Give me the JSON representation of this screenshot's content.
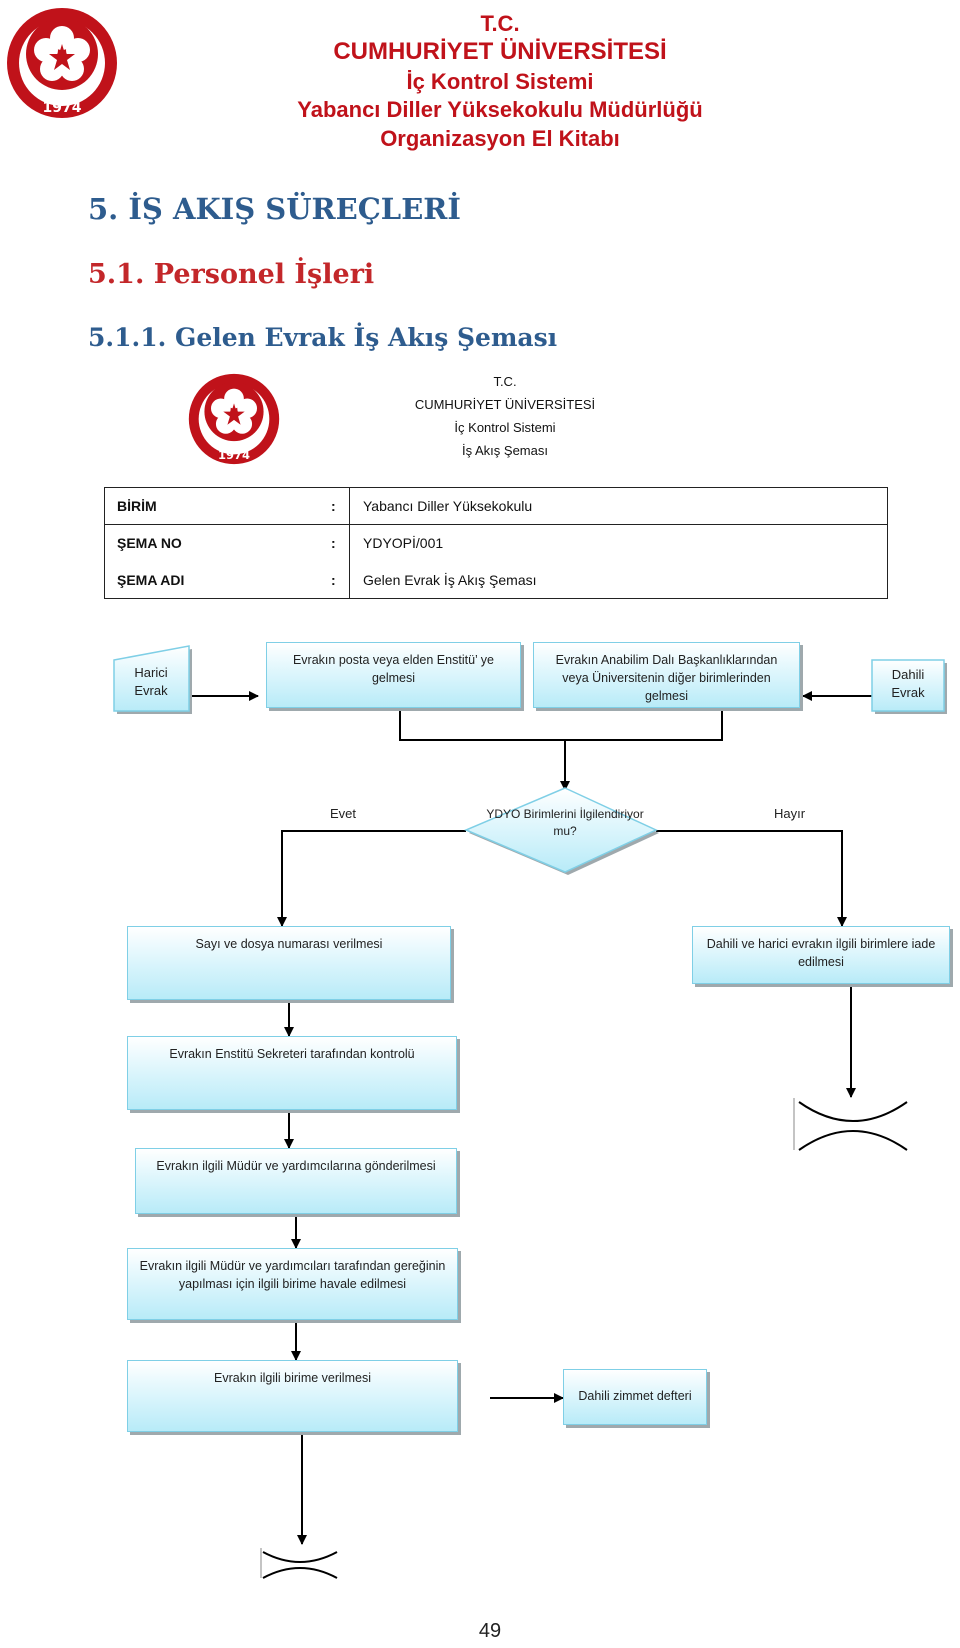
{
  "header": {
    "lines": [
      "T.C.",
      "CUMHURİYET ÜNİVERSİTESİ",
      "İç Kontrol Sistemi",
      "Yabancı Diller Yüksekokulu Müdürlüğü",
      "Organizasyon El Kitabı"
    ],
    "logo_year": "1974",
    "brand_color": "#c0121a"
  },
  "sections": {
    "main": "5. İŞ AKIŞ SÜREÇLERİ",
    "sub": "5.1. Personel İşleri",
    "subsub": "5.1.1. Gelen Evrak İş Akış Şeması"
  },
  "schema_header": {
    "lines": [
      "T.C.",
      "CUMHURİYET ÜNİVERSİTESİ",
      "İç Kontrol Sistemi",
      "İş Akış Şeması"
    ],
    "logo_year": "1974"
  },
  "info_table": [
    {
      "label": "BİRİM",
      "colon": ":",
      "value": "Yabancı Diller Yüksekokulu"
    },
    {
      "label": "ŞEMA NO",
      "colon": ":",
      "value": "YDYOPİ/001"
    },
    {
      "label": "ŞEMA ADI",
      "colon": ":",
      "value": "Gelen Evrak İş Akış Şeması"
    }
  ],
  "flow": {
    "harici": "Harici Evrak",
    "dahili": "Dahili Evrak",
    "posta": "Evrakın posta veya elden Enstitü’ ye gelmesi",
    "anabilim": "Evrakın Anabilim Dalı Başkanlıklarından veya Üniversitenin diğer birimlerinden gelmesi",
    "decision": "YDYO Birimlerini İlgilendiriyor mu?",
    "yes": "Evet",
    "no": "Hayır",
    "sayi": "Sayı ve dosya numarası verilmesi",
    "iade": "Dahili ve harici evrakın ilgili birimlere iade edilmesi",
    "kontrol": "Evrakın Enstitü Sekreteri tarafından kontrolü",
    "mudur": "Evrakın ilgili Müdür ve yardımcılarına gönderilmesi",
    "havale": "Evrakın ilgili Müdür ve yardımcıları tarafından gereğinin yapılması için ilgili birime havale edilmesi",
    "birime": "Evrakın ilgili birime verilmesi",
    "zimmet": "Dahili zimmet defteri"
  },
  "page_number": "49"
}
